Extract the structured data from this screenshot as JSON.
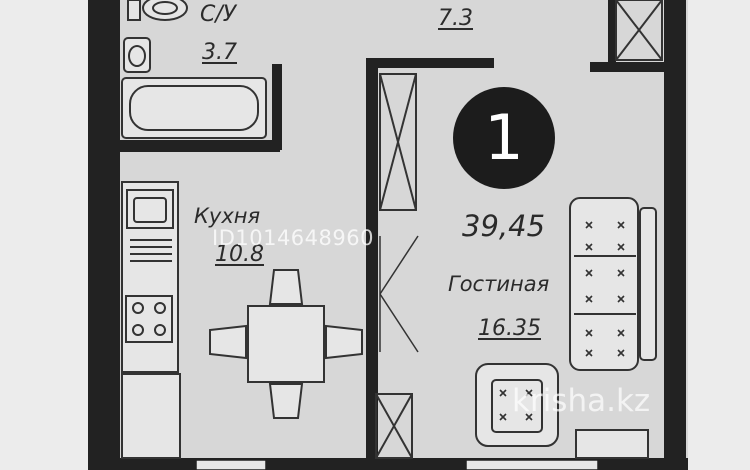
{
  "rooms": {
    "bathroom": {
      "name": "С/У",
      "area": "3.7"
    },
    "hall": {
      "area": "7.3"
    },
    "kitchen": {
      "name": "Кухня",
      "area": "10.8"
    },
    "living": {
      "name": "Гостиная",
      "area": "16.35"
    }
  },
  "apartment": {
    "rooms_count": "1",
    "total_area": "39,45"
  },
  "watermarks": {
    "listing_id": "ID1014648960",
    "site": "krisha.kz"
  }
}
